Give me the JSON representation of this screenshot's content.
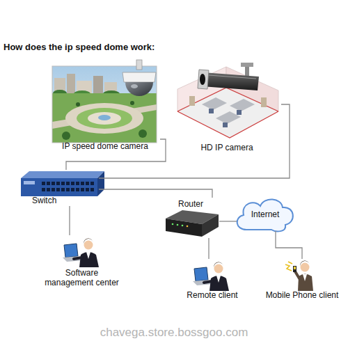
{
  "diagram": {
    "title": "How does the ip speed dome work:",
    "nodes": [
      {
        "text": [
          "IP speed dome camera"
        ]
      },
      {
        "text": [
          "HD IP camera"
        ]
      },
      {
        "text": [
          "Switch"
        ]
      },
      {
        "text": [
          "Router"
        ]
      },
      {
        "text": [
          "Internet"
        ]
      },
      {
        "text": [
          "Software management center"
        ]
      },
      {
        "text": [
          "Remote client"
        ]
      },
      {
        "text": [
          "Mobile Phone client"
        ]
      }
    ],
    "edges": [
      {
        "from": 0,
        "to": 2,
        "arrow": "none"
      },
      {
        "from": 1,
        "to": 2,
        "arrow": "none"
      },
      {
        "from": 2,
        "to": 5,
        "arrow": "none"
      },
      {
        "from": 2,
        "to": 3,
        "arrow": "none"
      },
      {
        "from": 3,
        "to": 4,
        "arrow": "none"
      },
      {
        "from": 3,
        "to": 6,
        "arrow": "none"
      },
      {
        "from": 4,
        "to": 7,
        "arrow": "none"
      }
    ],
    "labels": [
      "chavega.store.bossgoo.com"
    ]
  }
}
